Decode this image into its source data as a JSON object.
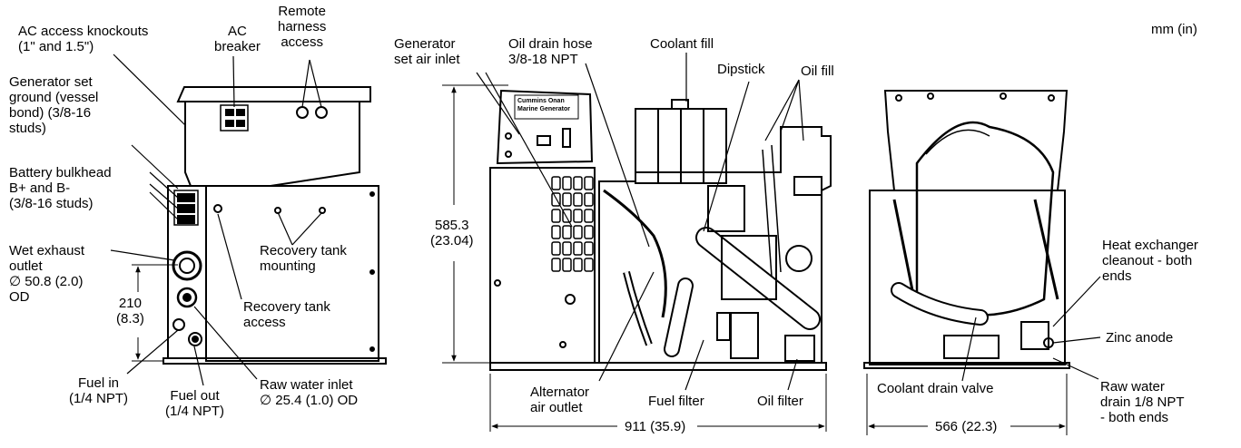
{
  "units_note": "mm (in)",
  "left_view": {
    "ac_access_knockouts": [
      "AC access knockouts",
      "(1\" and 1.5\")"
    ],
    "ac_breaker": [
      "AC",
      "breaker"
    ],
    "remote_harness_access": [
      "Remote",
      "harness",
      "access"
    ],
    "generator_set_ground": [
      "Generator set",
      "ground (vessel",
      "bond) (3/8-16",
      "studs)"
    ],
    "battery_bulkhead": [
      "Battery bulkhead",
      "B+ and B-",
      "(3/8-16 studs)"
    ],
    "wet_exhaust_outlet": [
      "Wet exhaust",
      "outlet",
      "∅ 50.8 (2.0)",
      "OD"
    ],
    "recovery_tank_mounting": [
      "Recovery tank",
      "mounting"
    ],
    "recovery_tank_access": [
      "Recovery tank",
      "access"
    ],
    "dim_210": [
      "210",
      "(8.3)"
    ],
    "fuel_in": [
      "Fuel in",
      "(1/4 NPT)"
    ],
    "fuel_out": [
      "Fuel out",
      "(1/4 NPT)"
    ],
    "raw_water_inlet": [
      "Raw water inlet",
      "∅ 25.4 (1.0) OD"
    ]
  },
  "center_view": {
    "generator_air_inlet": [
      "Generator",
      "set air inlet"
    ],
    "oil_drain_hose": [
      "Oil drain hose",
      "3/8-18 NPT"
    ],
    "coolant_fill": [
      "Coolant fill"
    ],
    "dipstick": [
      "Dipstick"
    ],
    "oil_fill": [
      "Oil fill"
    ],
    "dim_585": [
      "585.3",
      "(23.04)"
    ],
    "panel_brand": [
      "Cummins Onan",
      "Marine Generator"
    ],
    "alternator_air_outlet": [
      "Alternator",
      "air outlet"
    ],
    "fuel_filter": [
      "Fuel filter"
    ],
    "oil_filter": [
      "Oil filter"
    ],
    "dim_911": "911 (35.9)"
  },
  "right_view": {
    "heat_exchanger_cleanout": [
      "Heat exchanger",
      "cleanout - both",
      "ends"
    ],
    "zinc_anode": [
      "Zinc anode"
    ],
    "coolant_drain_valve": [
      "Coolant drain valve"
    ],
    "raw_water_drain": [
      "Raw water",
      "drain 1/8 NPT",
      "- both ends"
    ],
    "dim_566": "566 (22.3)"
  }
}
